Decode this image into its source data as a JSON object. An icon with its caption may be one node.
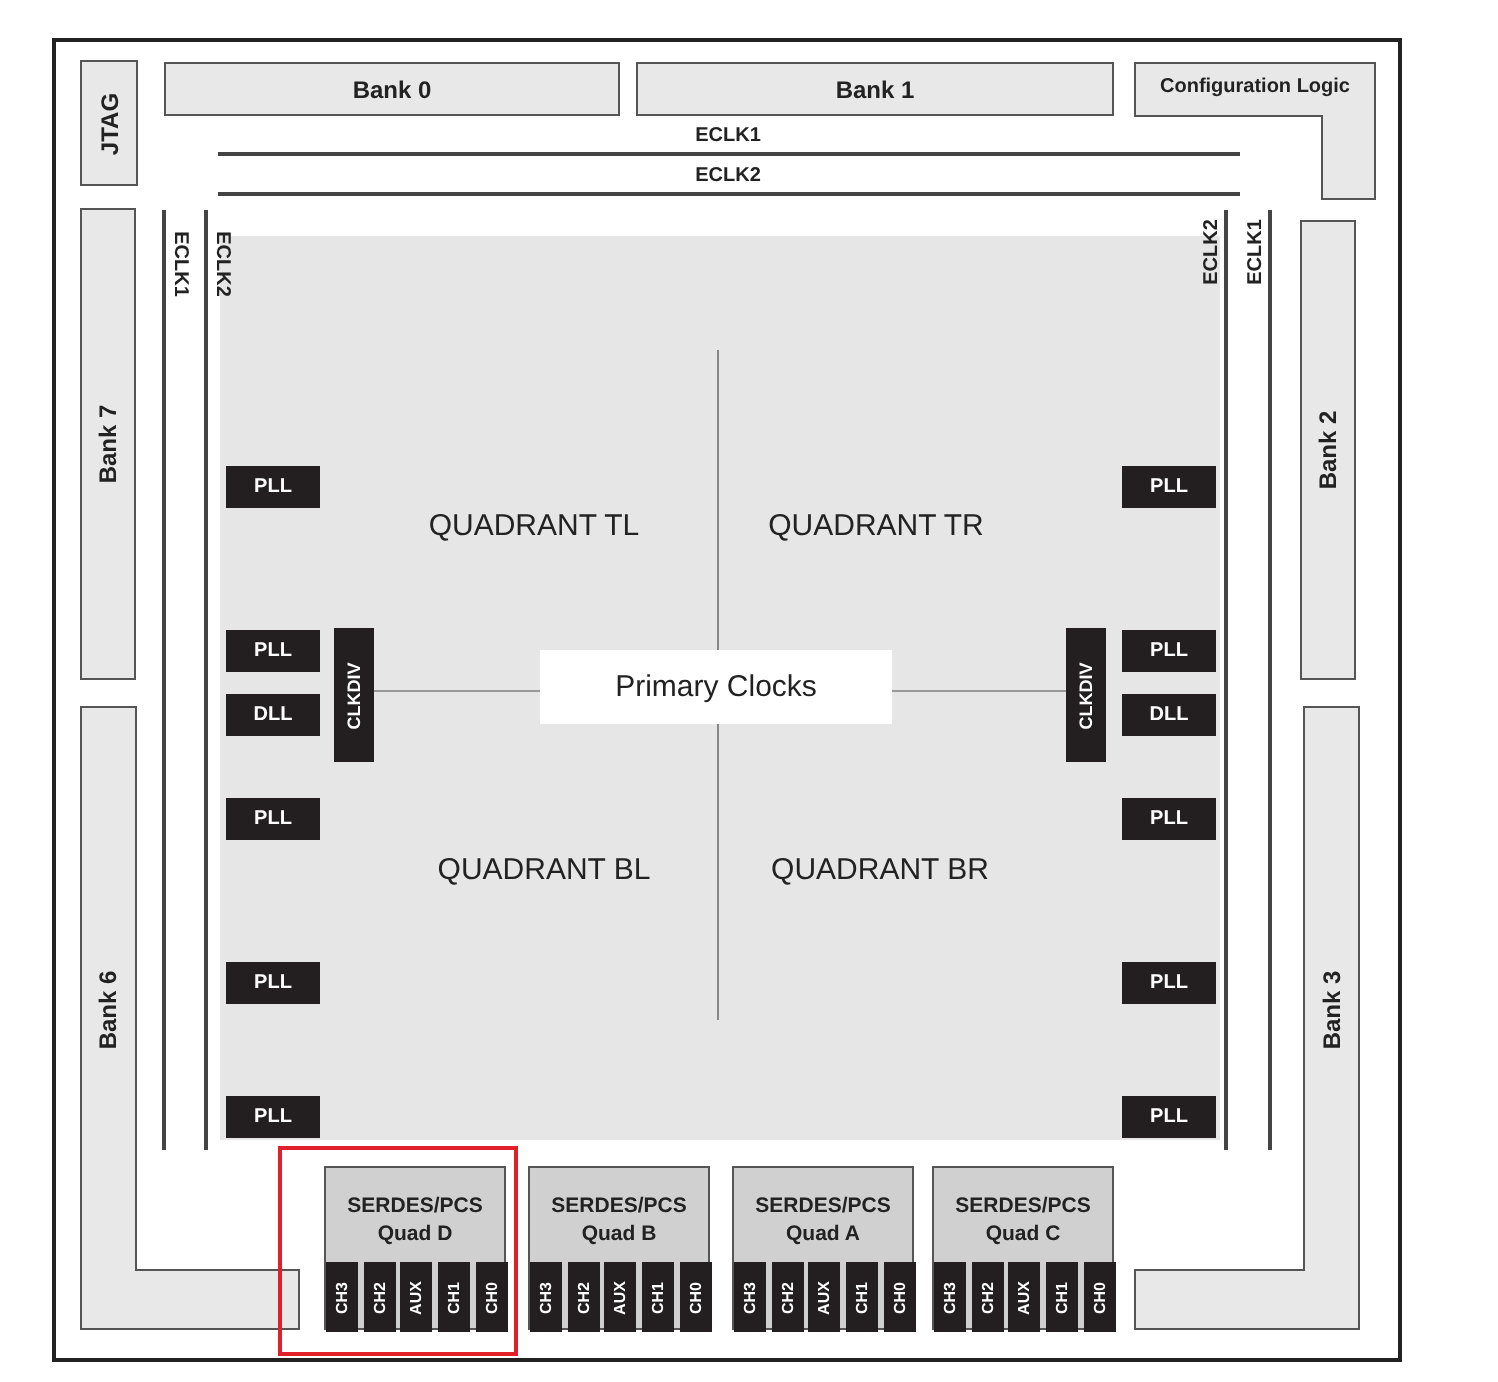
{
  "diagram": {
    "nodes": [
      {
        "text": [
          "JTAG"
        ]
      },
      {
        "text": [
          "Bank 0"
        ]
      },
      {
        "text": [
          "Bank 1"
        ]
      },
      {
        "text": [
          "Configuration Logic"
        ]
      },
      {
        "text": [
          "Bank 7"
        ]
      },
      {
        "text": [
          "Bank 2"
        ]
      },
      {
        "text": [
          "Bank 6"
        ]
      },
      {
        "text": [
          "Bank 3"
        ]
      },
      {
        "text": [
          "QUADRANT TL",
          "QUADRANT TR",
          "QUADRANT BL",
          "QUADRANT BR"
        ]
      },
      {
        "text": [
          "PLL"
        ],
        "in": 8
      },
      {
        "text": [
          "PLL"
        ],
        "in": 8
      },
      {
        "text": [
          "PLL"
        ],
        "in": 8
      },
      {
        "text": [
          "CLKDIV"
        ],
        "in": 8
      },
      {
        "text": [
          "Primary Clocks"
        ],
        "in": 8
      },
      {
        "text": [
          "CLKDIV"
        ],
        "in": 8
      },
      {
        "text": [
          "PLL"
        ],
        "in": 8
      },
      {
        "text": [
          "DLL"
        ],
        "in": 8
      },
      {
        "text": [
          "DLL"
        ],
        "in": 8
      },
      {
        "text": [
          "PLL"
        ],
        "in": 8
      },
      {
        "text": [
          "PLL"
        ],
        "in": 8
      },
      {
        "text": [
          "PLL"
        ],
        "in": 8
      },
      {
        "text": [
          "PLL"
        ],
        "in": 8
      },
      {
        "text": [
          "PLL"
        ],
        "in": 8
      },
      {
        "text": [
          "PLL"
        ],
        "in": 8
      },
      {
        "text": [],
        "shape": "box"
      },
      {
        "text": [
          "SERDES/PCS Quad D"
        ],
        "in": 24
      },
      {
        "text": [
          "CH3"
        ],
        "in": 25
      },
      {
        "text": [
          "CH2"
        ],
        "in": 25
      },
      {
        "text": [
          "AUX"
        ],
        "in": 25
      },
      {
        "text": [
          "CH1"
        ],
        "in": 25
      },
      {
        "text": [
          "CH0"
        ],
        "in": 25
      },
      {
        "text": [
          "SERDES/PCS Quad B"
        ]
      },
      {
        "text": [
          "CH3"
        ],
        "in": 31
      },
      {
        "text": [
          "CH2"
        ],
        "in": 31
      },
      {
        "text": [
          "AUX"
        ],
        "in": 31
      },
      {
        "text": [
          "CH1"
        ],
        "in": 31
      },
      {
        "text": [
          "CH0"
        ],
        "in": 31
      },
      {
        "text": [
          "SERDES/PCS Quad A"
        ]
      },
      {
        "text": [
          "CH3"
        ],
        "in": 37
      },
      {
        "text": [
          "CH2"
        ],
        "in": 37
      },
      {
        "text": [
          "AUX"
        ],
        "in": 37
      },
      {
        "text": [
          "CH1"
        ],
        "in": 37
      },
      {
        "text": [
          "CH0"
        ],
        "in": 37
      },
      {
        "text": [
          "SERDES/PCS Quad C"
        ]
      },
      {
        "text": [
          "CH3"
        ],
        "in": 43
      },
      {
        "text": [
          "CH2"
        ],
        "in": 43
      },
      {
        "text": [
          "AUX"
        ],
        "in": 43
      },
      {
        "text": [
          "CH1"
        ],
        "in": 43
      },
      {
        "text": [
          "CH0"
        ],
        "in": 43
      }
    ],
    "edges": [
      {
        "from": 12,
        "to": 13,
        "arrow": "none"
      },
      {
        "from": 13,
        "to": 14,
        "arrow": "none"
      }
    ],
    "labels": [
      "ECLK1",
      "ECLK2",
      "ECLK1",
      "ECLK2",
      "ECLK2",
      "ECLK1"
    ]
  }
}
